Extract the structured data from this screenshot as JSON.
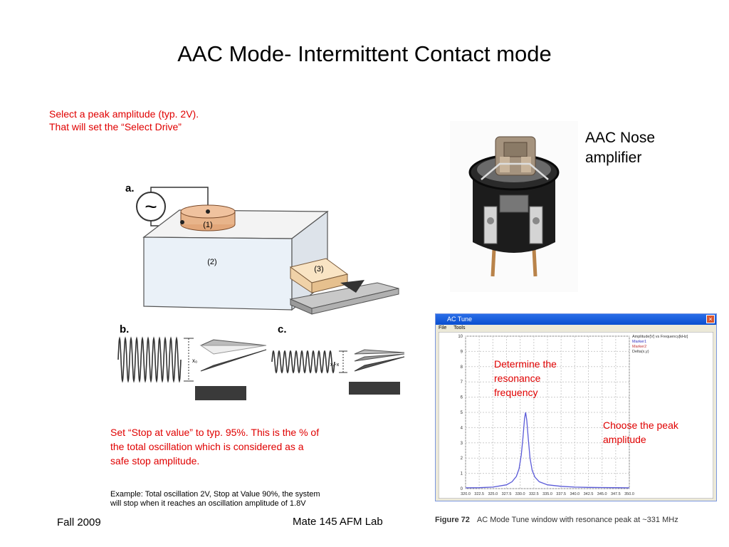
{
  "slide": {
    "title": "AAC Mode- Intermittent Contact mode",
    "note_select_peak": "Select a peak amplitude (typ. 2V). That will set the “Select Drive”",
    "note_stop_at": "Set “Stop at value” to typ. 95%. This is the % of the total oscillation which is considered as a safe stop amplitude.",
    "note_example": "Example: Total oscillation 2V, Stop at Value 90%, the system will stop when it reaches an oscillation amplitude of 1.8V",
    "nose_label": "AAC Nose amplifier",
    "footer_left": "Fall  2009",
    "footer_mid": "Mate 145 AFM Lab"
  },
  "diagram": {
    "panel_a": "a.",
    "panel_b": "b.",
    "panel_c": "c.",
    "label_1": "(1)",
    "label_2": "(2)",
    "label_3": "(3)",
    "wave_symbol": "~",
    "amp_b": "x₀",
    "amp_c": "x₀-x"
  },
  "tune_window": {
    "title": "AC Tune",
    "menu": [
      "File",
      "Tools"
    ],
    "legend": [
      "Amplitude[V] vs Frequency[kHz]",
      "Marker1",
      "Marker2",
      "Delta(x,y)"
    ],
    "note_resonance": "Determine the resonance frequency",
    "note_peak": "Choose the peak amplitude",
    "caption_label": "Figure 72",
    "caption_text": "AC Mode Tune window with resonance peak at ~331 MHz",
    "colors": {
      "trace": "#5a5ad8",
      "marker1": "#3030c0",
      "marker2": "#c03030"
    }
  },
  "chart_data": {
    "type": "line",
    "title": "",
    "xlabel": "",
    "ylabel": "",
    "x": [
      320.0,
      322.5,
      325.0,
      327.5,
      328.5,
      329.3,
      329.8,
      330.2,
      330.5,
      330.8,
      331.0,
      331.2,
      331.5,
      331.8,
      332.2,
      332.7,
      333.5,
      335.0,
      337.5,
      340.0,
      342.5,
      345.0,
      347.5,
      350.0
    ],
    "y": [
      0.05,
      0.06,
      0.1,
      0.25,
      0.45,
      0.8,
      1.3,
      2.2,
      3.3,
      4.6,
      5.0,
      4.5,
      3.2,
      2.0,
      1.2,
      0.75,
      0.45,
      0.25,
      0.15,
      0.1,
      0.08,
      0.07,
      0.06,
      0.05
    ],
    "xticks": [
      "320.0",
      "322.5",
      "325.0",
      "327.5",
      "330.0",
      "332.5",
      "335.0",
      "337.5",
      "340.0",
      "342.5",
      "345.0",
      "347.5",
      "350.0"
    ],
    "yticks": [
      "0",
      "1",
      "2",
      "3",
      "4",
      "5",
      "6",
      "7",
      "8",
      "9",
      "10"
    ],
    "xlim": [
      320.0,
      350.0
    ],
    "ylim": [
      0,
      10
    ],
    "grid": true
  }
}
